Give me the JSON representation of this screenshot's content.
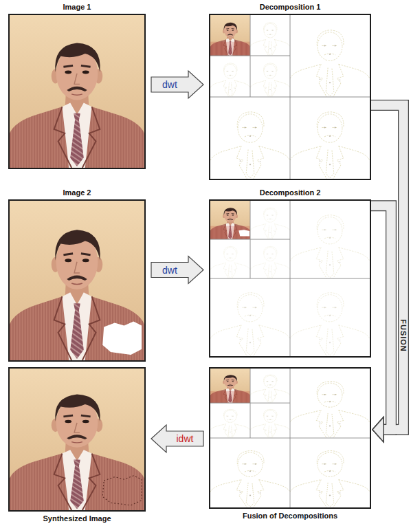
{
  "diagram": {
    "nodes": [
      {
        "text": [
          "Image 1"
        ]
      },
      {
        "text": [
          "Decomposition 1"
        ]
      },
      {
        "text": [
          "Image 2"
        ]
      },
      {
        "text": [
          "Decomposition 2"
        ]
      },
      {
        "text": [
          "Synthesized Image"
        ]
      },
      {
        "text": [
          "Fusion of Decompositions"
        ]
      }
    ],
    "edges": [
      {
        "from": 0,
        "to": 1,
        "label": "dwt",
        "arrow": "to"
      },
      {
        "from": 2,
        "to": 3,
        "label": "dwt",
        "arrow": "to"
      },
      {
        "from": 1,
        "to": 5,
        "label": "FUSION",
        "arrow": "to"
      },
      {
        "from": 3,
        "to": 5,
        "arrow": "to"
      },
      {
        "from": 5,
        "to": 4,
        "label": "idwt",
        "arrow": "to"
      }
    ]
  }
}
